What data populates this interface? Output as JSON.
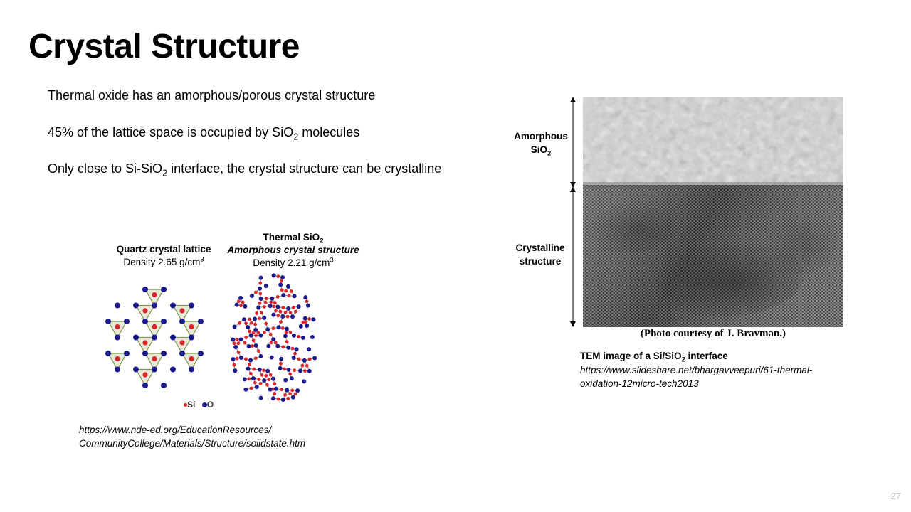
{
  "slide": {
    "title": "Crystal Structure",
    "bullets": [
      {
        "pre": "Thermal oxide has an amorphous/porous crystal structure"
      },
      {
        "pre": "45% of the lattice space is occupied by SiO",
        "sub": "2",
        "post": " molecules"
      },
      {
        "pre": "Only close to Si-SiO",
        "sub": "2",
        "post": " interface, the crystal structure can be crystalline"
      }
    ],
    "page_number": "27"
  },
  "quartz": {
    "title": "Quartz crystal lattice",
    "density_pre": "Density 2.65 g/cm",
    "density_sup": "3"
  },
  "thermal": {
    "title_pre": "Thermal SiO",
    "title_sub": "2",
    "subtitle": "Amorphous crystal structure",
    "density_pre": "Density 2.21 g/cm",
    "density_sup": "3"
  },
  "legend": {
    "si": "Si",
    "o": "O"
  },
  "left_reference": {
    "line1": "https://www.nde-ed.org/EducationResources/",
    "line2": "CommunityCollege/Materials/Structure/solidstate.htm"
  },
  "tem": {
    "amorphous_label": "Amorphous",
    "amorphous_sio": "SiO",
    "amorphous_sub": "2",
    "crystalline_label_1": "Crystalline",
    "crystalline_label_2": "structure",
    "photo_caption": "(Photo courtesy of J. Bravman.)",
    "caption_pre": "TEM image of a Si/SiO",
    "caption_sub": "2",
    "caption_post": " interface",
    "ref_line1": "https://www.slideshare.net/bhargavveepuri/61-thermal-",
    "ref_line2": "oxidation-12micro-tech2013"
  },
  "colors": {
    "si_atom": "#d9262c",
    "o_atom": "#1a1a8c",
    "bond": "#7a9a4a"
  }
}
